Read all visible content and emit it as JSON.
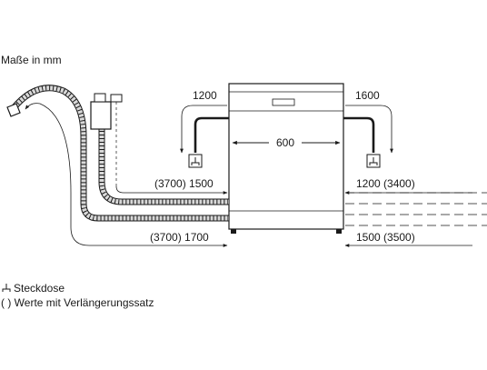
{
  "diagram": {
    "unit_note": "Maße in mm",
    "dimensions": {
      "width": "600",
      "left_upper_hose": "1200",
      "right_upper_hose": "1600",
      "left_mid": "(3700) 1500",
      "left_low": "(3700) 1700",
      "right_mid": "1200 (3400)",
      "right_low": "1500 (3500)"
    },
    "legend": {
      "socket_label": "Steckdose",
      "extension_label": "( ) Werte mit Verlängerungssatz"
    },
    "icons": [
      "socket-icon",
      "socket-icon",
      "socket-icon",
      "hose-nozzle-icon",
      "tap-icon"
    ],
    "colors": {
      "ink": "#1a1a1a",
      "hose_fill": "#d9d9d9",
      "background": "#ffffff"
    }
  }
}
